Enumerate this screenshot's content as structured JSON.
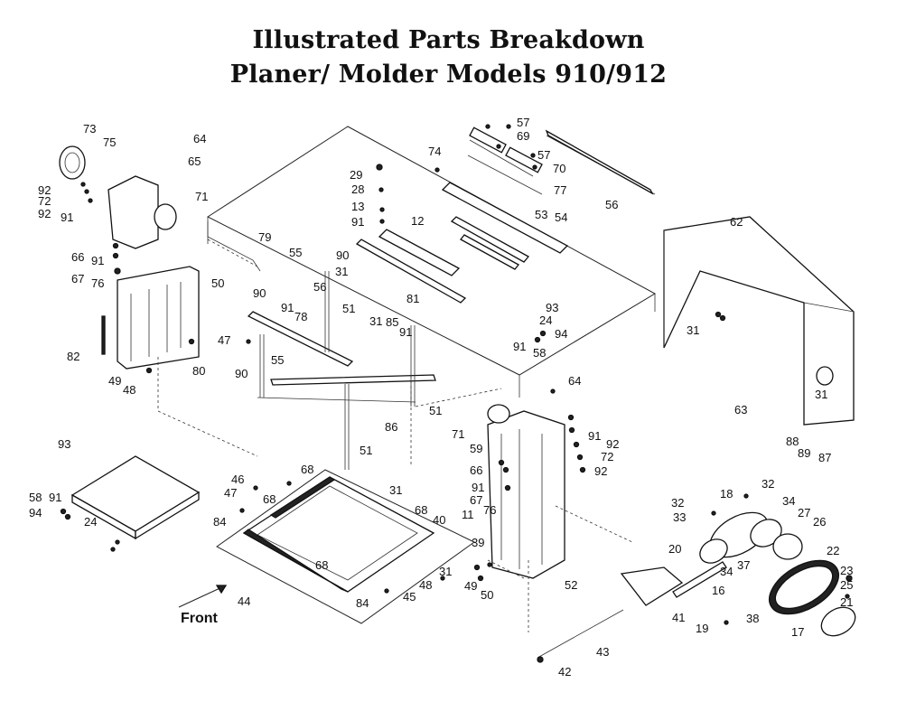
{
  "title": {
    "line1": "Illustrated Parts Breakdown",
    "line2": "Planer/ Molder Models 910/912"
  },
  "direction_label": "Front",
  "callouts": [
    "73",
    "75",
    "64",
    "65",
    "92",
    "72",
    "92",
    "91",
    "71",
    "66",
    "91",
    "67",
    "76",
    "50",
    "82",
    "80",
    "49",
    "48",
    "74",
    "29",
    "28",
    "13",
    "91",
    "12",
    "57",
    "69",
    "57",
    "70",
    "77",
    "53",
    "54",
    "56",
    "79",
    "55",
    "90",
    "31",
    "56",
    "90",
    "91",
    "78",
    "51",
    "47",
    "81",
    "85",
    "31",
    "91",
    "90",
    "55",
    "93",
    "24",
    "94",
    "91",
    "58",
    "62",
    "31",
    "63",
    "31",
    "88",
    "89",
    "87",
    "64",
    "71",
    "91",
    "92",
    "59",
    "72",
    "92",
    "66",
    "91",
    "67",
    "76",
    "51",
    "86",
    "51",
    "68",
    "46",
    "47",
    "68",
    "84",
    "93",
    "58",
    "91",
    "94",
    "24",
    "31",
    "68",
    "40",
    "11",
    "39",
    "31",
    "48",
    "49",
    "50",
    "52",
    "68",
    "45",
    "44",
    "84",
    "32",
    "32",
    "18",
    "33",
    "34",
    "27",
    "26",
    "20",
    "37",
    "34",
    "22",
    "23",
    "25",
    "21",
    "16",
    "41",
    "19",
    "38",
    "17",
    "43",
    "42"
  ]
}
